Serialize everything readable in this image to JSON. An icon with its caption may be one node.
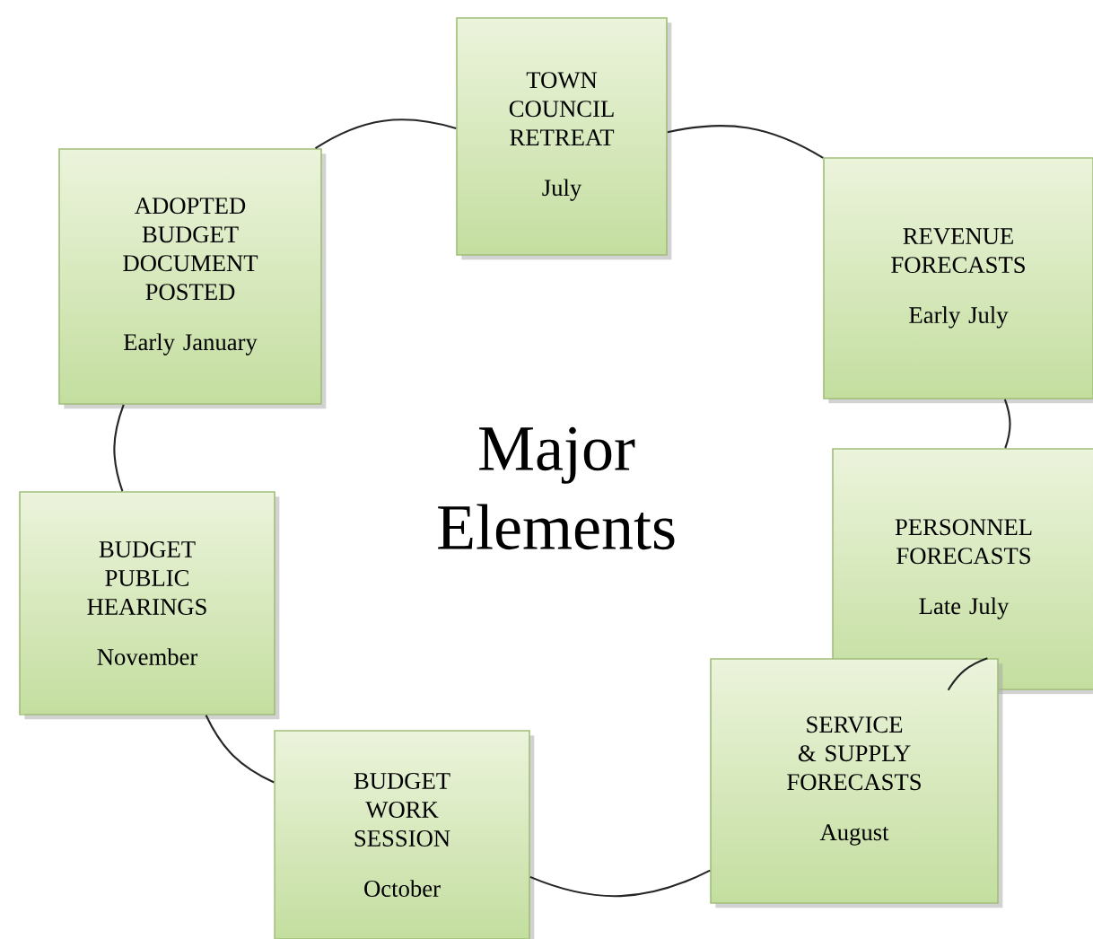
{
  "diagram": {
    "title": "Major Elements",
    "nodes": [
      {
        "text": [
          "TOWN COUNCIL RETREAT",
          "July"
        ]
      },
      {
        "text": [
          "REVENUE FORECASTS",
          "Early July"
        ]
      },
      {
        "text": [
          "PERSONNEL FORECASTS",
          "Late July"
        ]
      },
      {
        "text": [
          "SERVICE & SUPPLY FORECASTS",
          "August"
        ]
      },
      {
        "text": [
          "BUDGET WORK SESSION",
          "October"
        ]
      },
      {
        "text": [
          "BUDGET PUBLIC HEARINGS",
          "November"
        ]
      },
      {
        "text": [
          "ADOPTED BUDGET DOCUMENT POSTED",
          "Early January"
        ]
      }
    ],
    "edges": [
      {
        "from": 0,
        "to": 1,
        "arrow": "none"
      },
      {
        "from": 1,
        "to": 2,
        "arrow": "none"
      },
      {
        "from": 2,
        "to": 3,
        "arrow": "none"
      },
      {
        "from": 3,
        "to": 4,
        "arrow": "none"
      },
      {
        "from": 4,
        "to": 5,
        "arrow": "none"
      },
      {
        "from": 5,
        "to": 6,
        "arrow": "none"
      },
      {
        "from": 6,
        "to": 0,
        "arrow": "none"
      }
    ]
  }
}
